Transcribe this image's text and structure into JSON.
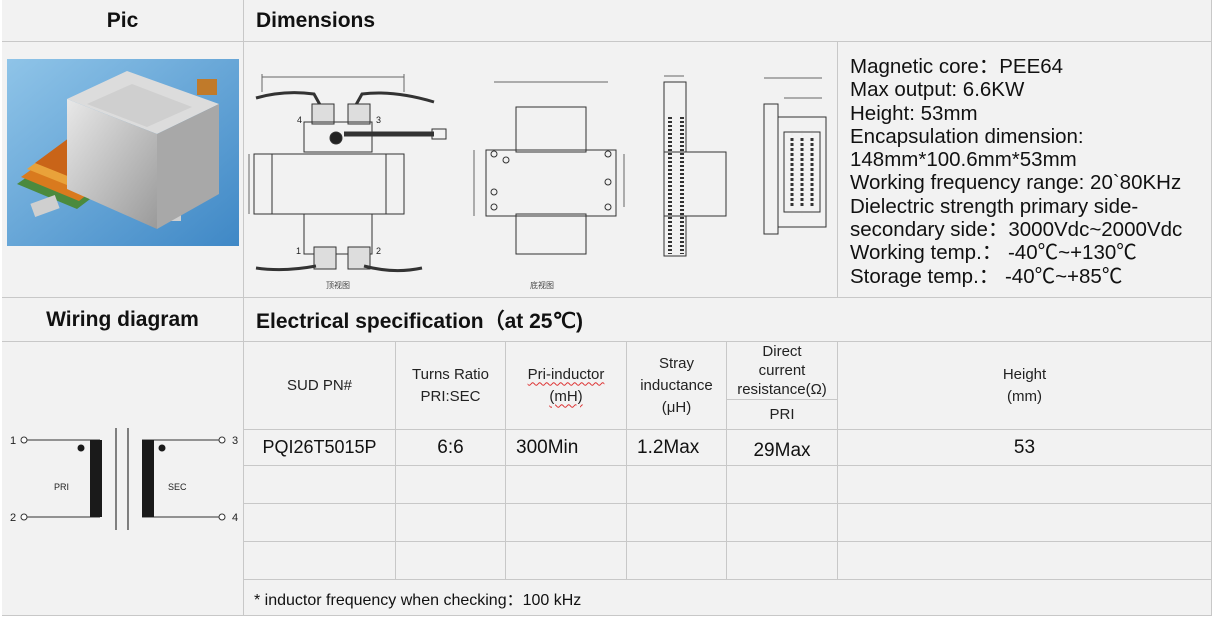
{
  "headers": {
    "pic": "Pic",
    "dimensions": "Dimensions",
    "wiring": "Wiring diagram",
    "electrical": "Electrical specification（at 25℃)"
  },
  "specs": [
    "Magnetic core：PEE64",
    "Max output: 6.6KW",
    "Height: 53mm",
    "Encapsulation dimension:",
    "148mm*100.6mm*53mm",
    "Working frequency range: 20`80KHz",
    "Dielectric strength primary side-",
    "secondary side：3000Vdc~2000Vdc",
    "Working temp.： -40℃~+130℃",
    "Storage temp.： -40℃~+85℃"
  ],
  "drawing_labels": {
    "top_view": "顶视图",
    "bottom_view": "底视图",
    "pins": [
      "1",
      "2",
      "3",
      "4"
    ]
  },
  "wiring": {
    "pri_label": "PRI",
    "sec_label": "SEC",
    "pins": [
      "1",
      "2",
      "3",
      "4"
    ]
  },
  "table": {
    "columns": {
      "pn": "SUD PN#",
      "turns_l1": "Turns Ratio",
      "turns_l2": "PRI:SEC",
      "pri_l1": "Pri-inductor",
      "pri_l2": "(mH)",
      "stray_l1": "Stray",
      "stray_l2": "inductance",
      "stray_l3": "(μH)",
      "dcr_l1": "Direct",
      "dcr_l2": "current",
      "dcr_l3": "resistance(Ω)",
      "dcr_sub": "PRI",
      "height_l1": "Height",
      "height_l2": "(mm)"
    },
    "row": {
      "pn": "PQI26T5015P",
      "turns": "6:6",
      "pri": "300Min",
      "stray": "1.2Max",
      "dcr": "29Max",
      "height": "53"
    },
    "note": "* inductor frequency when checking：100 kHz"
  }
}
